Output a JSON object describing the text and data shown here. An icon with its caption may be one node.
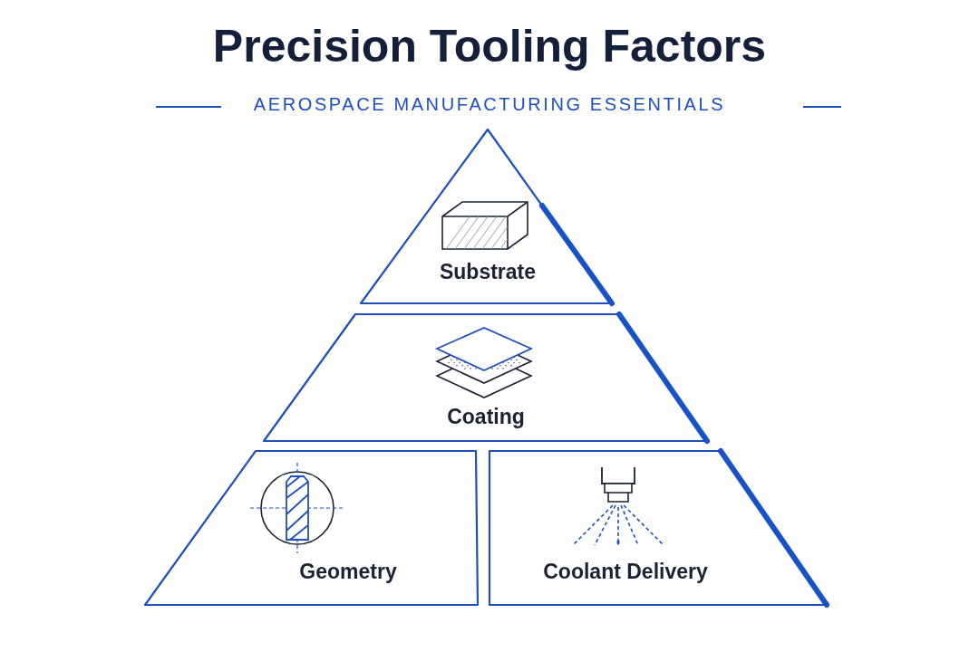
{
  "diagram": {
    "title": "Precision Tooling Factors",
    "nodes": [
      {
        "text": [
          "Substrate"
        ]
      },
      {
        "text": [
          "Coating"
        ]
      },
      {
        "text": [
          "Geometry"
        ]
      },
      {
        "text": [
          "Coolant Delivery"
        ]
      }
    ],
    "labels": [
      "AEROSPACE MANUFACTURING ESSENTIALS"
    ]
  }
}
